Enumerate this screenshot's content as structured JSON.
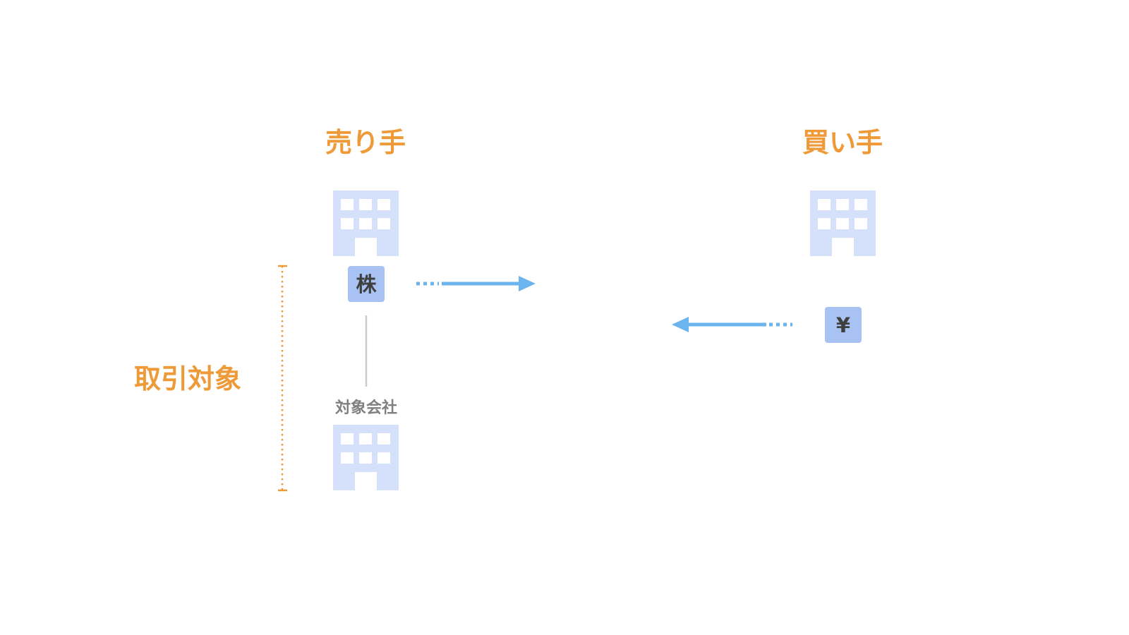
{
  "colors": {
    "accent": "#EE9A38",
    "building": "#D5E1FA",
    "window": "#FFFFFF",
    "badge": "#A9C2F4",
    "badge_text": "#3F3F3F",
    "arrow": "#6CB4EE",
    "connector": "#CCCCCC",
    "caption": "#808080"
  },
  "seller": {
    "title": "売り手",
    "icon": "building-icon"
  },
  "buyer": {
    "title": "買い手",
    "icon": "building-icon"
  },
  "target_company": {
    "label": "対象会社",
    "icon": "building-icon"
  },
  "scope": {
    "label": "取引対象"
  },
  "shares_badge": {
    "label": "株"
  },
  "cash_badge": {
    "label": "¥"
  },
  "flows": [
    {
      "from": "seller",
      "to": "buyer",
      "item": "株",
      "direction": "right"
    },
    {
      "from": "buyer",
      "to": "seller",
      "item": "¥",
      "direction": "left"
    }
  ]
}
